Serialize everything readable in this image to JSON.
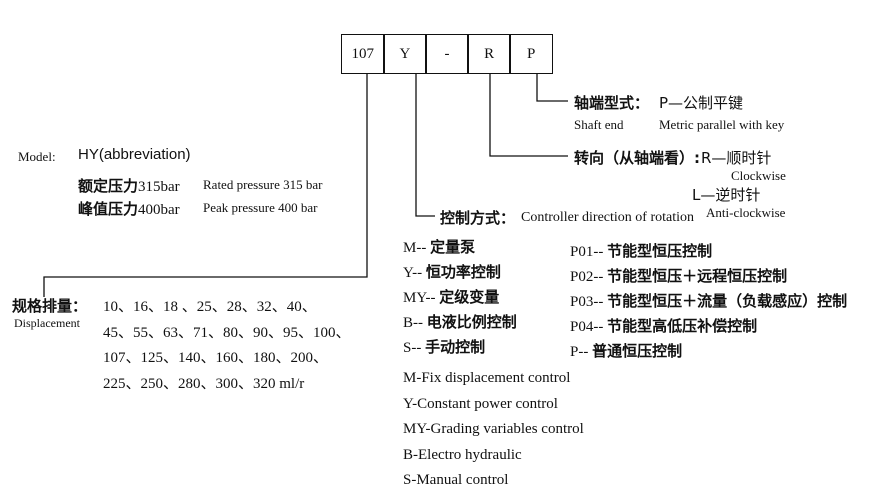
{
  "code": [
    "107",
    "Y",
    "-",
    "R",
    "P"
  ],
  "model": {
    "label": "Model:",
    "value": "HY(abbreviation)",
    "rated_cn": "额定压力",
    "rated_val": "315bar",
    "rated_en": "Rated pressure 315 bar",
    "peak_cn": "峰值压力",
    "peak_val": "400bar",
    "peak_en": "Peak pressure 400 bar"
  },
  "shaft": {
    "label_cn": "轴端型式：",
    "value_cn": "P—公制平键",
    "label_en": "Shaft end",
    "value_en": "Metric parallel with key"
  },
  "rotation": {
    "label_cn": "转向（从轴端看）:",
    "r_cn": "R—顺时针",
    "r_en": "Clockwise",
    "l_cn": "L—逆时针",
    "l_en": "Anti-clockwise"
  },
  "control": {
    "label_cn": "控制方式：",
    "label_en": "Controller direction of rotation",
    "left_items": [
      {
        "code": "M-- ",
        "cn": "定量泵"
      },
      {
        "code": "Y-- ",
        "cn": "恒功率控制"
      },
      {
        "code": "MY-- ",
        "cn": "定级变量"
      },
      {
        "code": "B-- ",
        "cn": "电液比例控制"
      },
      {
        "code": "S-- ",
        "cn": "手动控制"
      }
    ],
    "right_items": [
      {
        "code": "P01-- ",
        "cn": "节能型恒压控制"
      },
      {
        "code": "P02-- ",
        "cn": "节能型恒压＋远程恒压控制"
      },
      {
        "code": "P03-- ",
        "cn": "节能型恒压＋流量（负载感应）控制"
      },
      {
        "code": "P04-- ",
        "cn": "节能型高低压补偿控制"
      },
      {
        "code": "P-- ",
        "cn": "普通恒压控制"
      }
    ],
    "en_items": [
      "M-Fix displacement control",
      "Y-Constant power control",
      "MY-Grading variables control",
      "B-Electro hydraulic",
      "S-Manual control"
    ]
  },
  "displacement": {
    "label_cn": "规格排量：",
    "label_en": "Displacement",
    "lines": [
      "10、16、18 、25、28、32、40、",
      "45、55、63、71、80、90、95、100、",
      "107、125、140、160、180、200、",
      "225、250、280、300、320 ml/r"
    ]
  }
}
